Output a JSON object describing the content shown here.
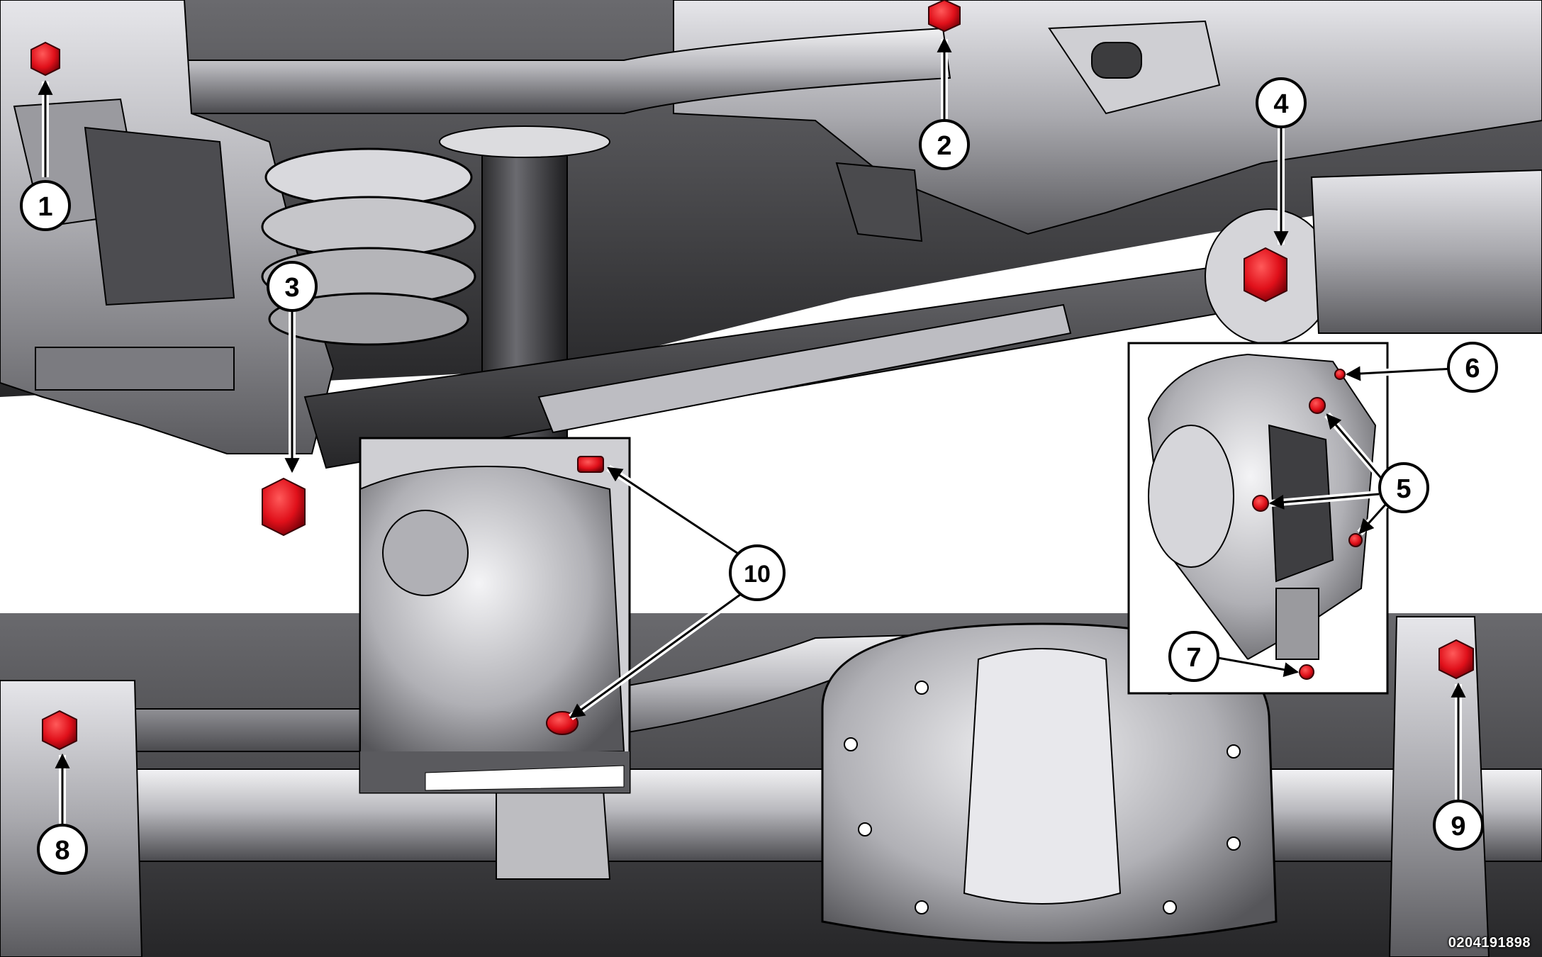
{
  "figure_id": "0204191898",
  "callouts": [
    {
      "id": "c1",
      "label": "1"
    },
    {
      "id": "c2",
      "label": "2"
    },
    {
      "id": "c3",
      "label": "3"
    },
    {
      "id": "c4",
      "label": "4"
    },
    {
      "id": "c5",
      "label": "5"
    },
    {
      "id": "c6",
      "label": "6"
    },
    {
      "id": "c7",
      "label": "7"
    },
    {
      "id": "c8",
      "label": "8"
    },
    {
      "id": "c9",
      "label": "9"
    },
    {
      "id": "c10",
      "label": "10"
    }
  ],
  "colors": {
    "fastener": "#e0101a",
    "metal_dark": "#3a3a3c",
    "metal_mid": "#8d8d92",
    "metal_light": "#d4d4d8",
    "outline": "#000000"
  }
}
